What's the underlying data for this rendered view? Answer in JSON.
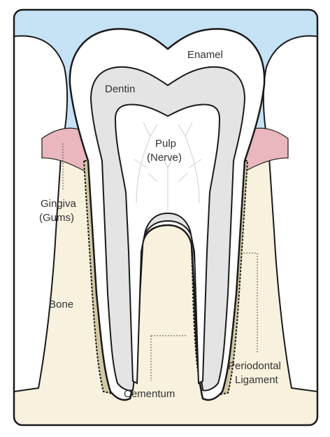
{
  "labels": {
    "enamel": "Enamel",
    "dentin": "Dentin",
    "pulp_line1": "Pulp",
    "pulp_line2": "(Nerve)",
    "gingiva_line1": "Gingiva",
    "gingiva_line2": "(Gums)",
    "bone": "Bone",
    "cementum": "Cementum",
    "periodontal_line1": "Periodontal",
    "periodontal_line2": "Ligament"
  },
  "colors": {
    "background_sky": "#c6e2f5",
    "enamel": "#ffffff",
    "dentin": "#e4e4e4",
    "pulp": "#ffffff",
    "gingiva": "#e9b7bd",
    "bone": "#f7f1de",
    "outline": "#1a1a1a",
    "ligament_fill": "#d2c8a4"
  }
}
